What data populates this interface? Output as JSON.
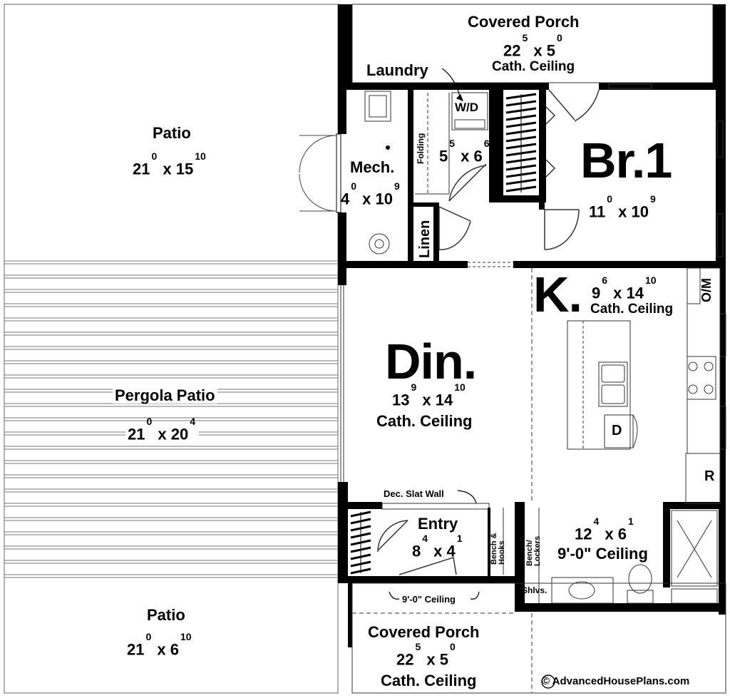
{
  "rooms": {
    "covered_porch_top": {
      "name": "Covered Porch",
      "w_ft": "22",
      "w_in": "5",
      "d_ft": "5",
      "d_in": "0",
      "ceiling": "Cath. Ceiling"
    },
    "laundry": {
      "name": "Laundry",
      "appliance": "W/D",
      "folding": "Folding",
      "w_ft": "5",
      "w_in": "5",
      "d_ft": "6",
      "d_in": "6"
    },
    "mech": {
      "name": "Mech.",
      "w_ft": "4",
      "w_in": "0",
      "d_ft": "10",
      "d_in": "9"
    },
    "linen": {
      "name": "Linen"
    },
    "br1": {
      "name": "Br.1",
      "w_ft": "11",
      "w_in": "0",
      "d_ft": "10",
      "d_in": "9"
    },
    "patio_top": {
      "name": "Patio",
      "w_ft": "21",
      "w_in": "0",
      "d_ft": "15",
      "d_in": "10"
    },
    "pergola_patio": {
      "name": "Pergola Patio",
      "w_ft": "21",
      "w_in": "0",
      "d_ft": "20",
      "d_in": "4"
    },
    "dining": {
      "name": "Din.",
      "w_ft": "13",
      "w_in": "9",
      "d_ft": "14",
      "d_in": "10",
      "ceiling": "Cath. Ceiling"
    },
    "kitchen": {
      "name": "K.",
      "w_ft": "9",
      "w_in": "6",
      "d_ft": "14",
      "d_in": "10",
      "ceiling": "Cath. Ceiling",
      "oven": "O/M",
      "fridge": "R",
      "dishwasher": "D"
    },
    "slat_wall": {
      "name": "Dec. Slat Wall"
    },
    "entry": {
      "name": "Entry",
      "w_ft": "8",
      "w_in": "4",
      "d_ft": "4",
      "d_in": "1",
      "bench": "Bench & Hooks"
    },
    "bath": {
      "w_ft": "12",
      "w_in": "4",
      "d_ft": "6",
      "d_in": "1",
      "ceiling": "9'-0\" Ceiling",
      "lockers": "Bench/ Lockers",
      "shelves": "Shlvs."
    },
    "porch_ceiling": {
      "ceiling": "9'-0\" Ceiling"
    },
    "patio_bottom": {
      "name": "Patio",
      "w_ft": "21",
      "w_in": "0",
      "d_ft": "6",
      "d_in": "10"
    },
    "covered_porch_bottom": {
      "name": "Covered Porch",
      "w_ft": "22",
      "w_in": "5",
      "d_ft": "5",
      "d_in": "0",
      "ceiling": "Cath. Ceiling"
    }
  },
  "copyright": "© AdvancedHousePlans.com",
  "colors": {
    "wall": "#000000",
    "line": "#555555",
    "background": "#ffffff"
  }
}
